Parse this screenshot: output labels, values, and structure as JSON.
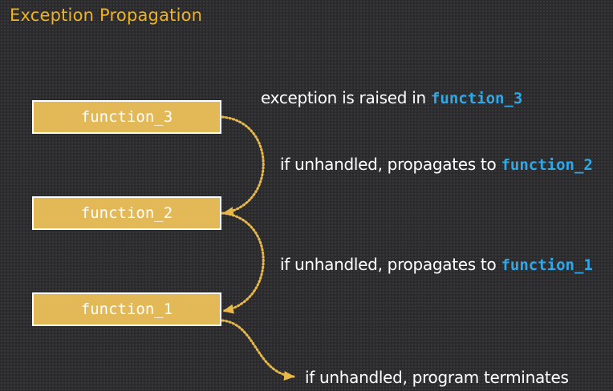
{
  "slide": {
    "title": "Exception Propagation"
  },
  "functions": [
    {
      "label": "function_3"
    },
    {
      "label": "function_2"
    },
    {
      "label": "function_1"
    }
  ],
  "notes": {
    "raised": {
      "text": "exception is raised in ",
      "code": "function_3"
    },
    "propagate_2": {
      "text": "if unhandled, propagates to ",
      "code": "function_2"
    },
    "propagate_1": {
      "text": "if unhandled, propagates to ",
      "code": "function_1"
    },
    "terminate": {
      "text": "if unhandled, program terminates"
    }
  },
  "colors": {
    "title": "#f0b21f",
    "box_fill": "#e3b857",
    "box_border": "#ffffff",
    "code_text": "#2fa8e8",
    "arrow": "#e8b84a"
  }
}
